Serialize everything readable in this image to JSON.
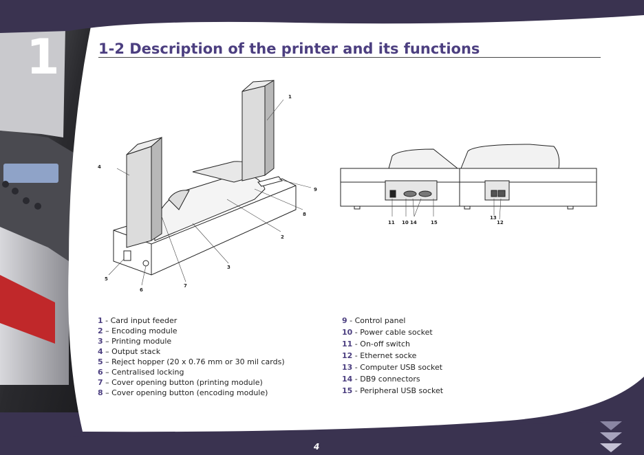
{
  "chapter": "1",
  "title": "1-2 Description of the printer and its functions",
  "page_number": "4",
  "figures": {
    "front_view_callouts": [
      "1",
      "2",
      "3",
      "4",
      "5",
      "6",
      "7",
      "8",
      "9"
    ],
    "rear_view_callouts": [
      "11",
      "10",
      "14",
      "15",
      "13",
      "12"
    ]
  },
  "legend_left": [
    {
      "num": "1",
      "sep": " - ",
      "text": "Card input feeder"
    },
    {
      "num": "2",
      "sep": " – ",
      "text": "Encoding module"
    },
    {
      "num": "3",
      "sep": " – ",
      "text": "Printing module"
    },
    {
      "num": "4",
      "sep": " – ",
      "text": "Output stack"
    },
    {
      "num": "5",
      "sep": " – ",
      "text": "Reject hopper (20 x 0.76 mm or 30 mil cards)"
    },
    {
      "num": "6",
      "sep": " – ",
      "text": "Centralised locking"
    },
    {
      "num": "7",
      "sep": " – ",
      "text": "Cover opening button (printing module)"
    },
    {
      "num": "8",
      "sep": " – ",
      "text": "Cover opening button (encoding module)"
    }
  ],
  "legend_right": [
    {
      "num": "9",
      "sep": " - ",
      "text": "Control panel"
    },
    {
      "num": "10",
      "sep": " - ",
      "text": "Power cable socket"
    },
    {
      "num": "11",
      "sep": " - ",
      "text": "On-off switch"
    },
    {
      "num": "12",
      "sep": " - ",
      "text": "Ethernet socke"
    },
    {
      "num": "13",
      "sep": " - ",
      "text": "Computer USB socket"
    },
    {
      "num": "14",
      "sep": " - ",
      "text": "DB9 connectors"
    },
    {
      "num": "15",
      "sep": " - ",
      "text": "Peripheral USB socket"
    }
  ],
  "colors": {
    "brand": "#4c3f80",
    "frame": "#3a3350",
    "panel": "#ffffff"
  },
  "icons": [
    "next-page-arrows-icon"
  ]
}
